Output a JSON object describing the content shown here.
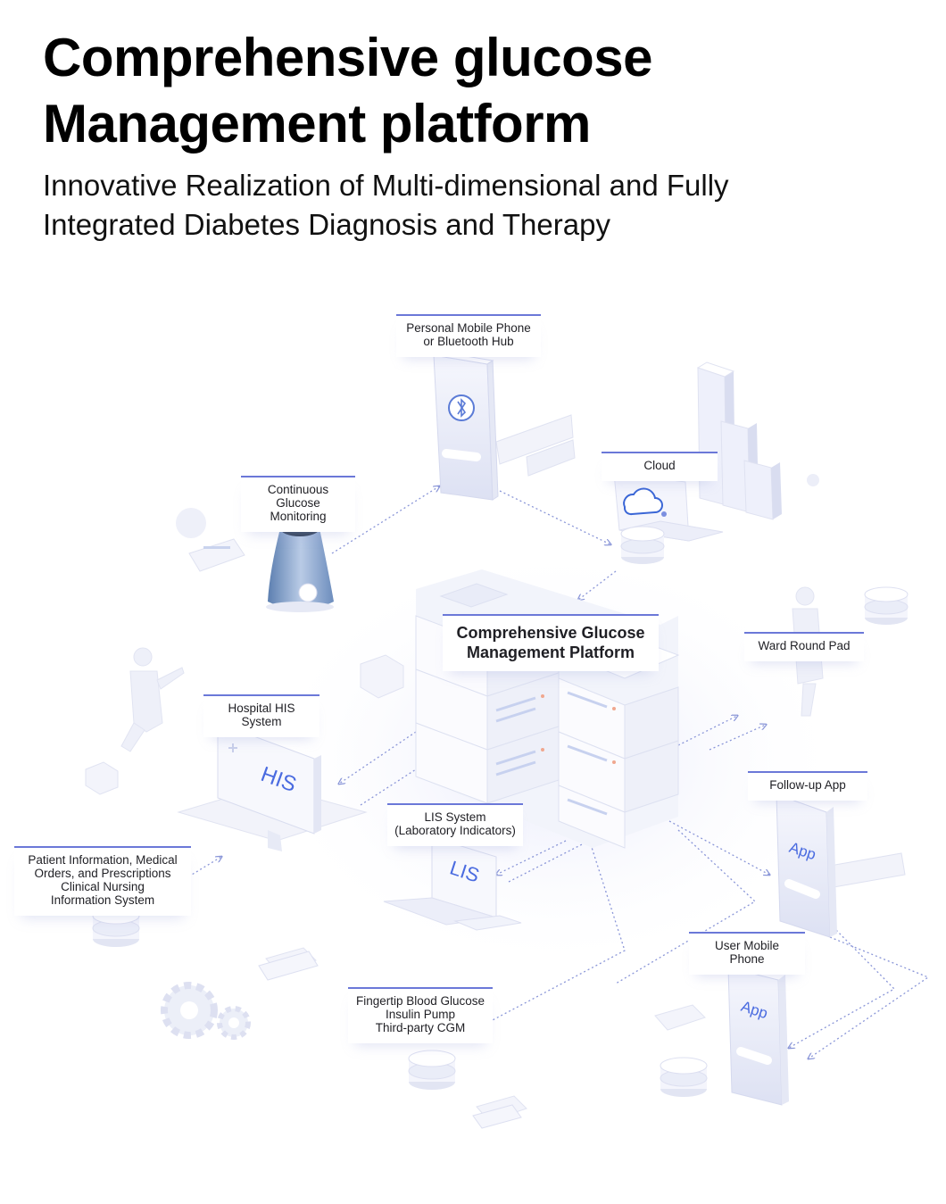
{
  "header": {
    "title_line1": "Comprehensive glucose",
    "title_line2": "Management platform",
    "subtitle_line1": "Innovative Realization of Multi-dimensional and Fully",
    "subtitle_line2": "Integrated Diabetes Diagnosis and Therapy"
  },
  "diagram": {
    "platform": {
      "line1": "Comprehensive Glucose",
      "line2": "Management Platform"
    },
    "nodes": {
      "phone_hub": {
        "line1": "Personal Mobile Phone",
        "line2": "or Bluetooth Hub"
      },
      "cloud": {
        "line1": "Cloud"
      },
      "cgm": {
        "line1": "Continuous Glucose",
        "line2": "Monitoring"
      },
      "ward_pad": {
        "line1": "Ward Round Pad"
      },
      "his": {
        "line1": "Hospital HIS",
        "line2": "System",
        "screen": "HIS"
      },
      "follow_up": {
        "line1": "Follow-up App",
        "screen": "App"
      },
      "lis": {
        "line1": "LIS System",
        "line2": "(Laboratory Indicators)",
        "screen": "LIS"
      },
      "patient_info": {
        "line1": "Patient Information, Medical",
        "line2": "Orders, and Prescriptions",
        "line3": "Clinical Nursing",
        "line4": "Information System"
      },
      "user_phone": {
        "line1": "User Mobile Phone",
        "screen": "App"
      },
      "fingertip": {
        "line1": "Fingertip Blood Glucose",
        "line2": "Insulin Pump",
        "line3": "Third-party CGM"
      }
    }
  },
  "colors": {
    "accent": "#6b78d8",
    "arrow": "#8a96d8",
    "box_light": "#f1f3fb"
  }
}
